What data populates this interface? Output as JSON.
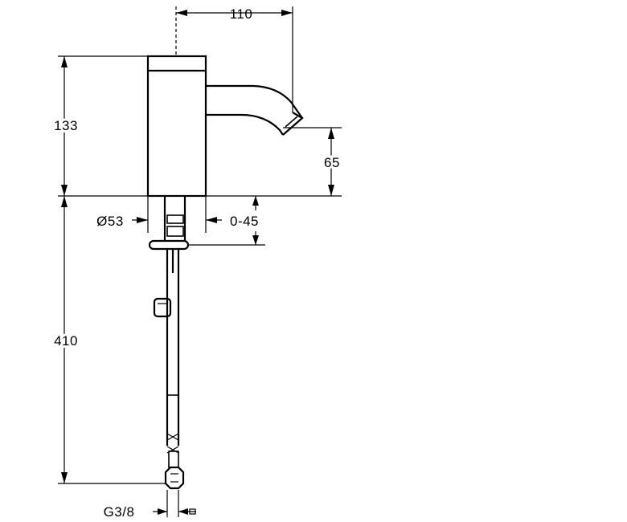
{
  "dimensions": {
    "spout_reach": "110",
    "body_height": "133",
    "spout_height": "65",
    "body_diameter": "Ø53",
    "deck_thickness": "0-45",
    "supply_length": "410",
    "connection_thread": "G3/8"
  }
}
